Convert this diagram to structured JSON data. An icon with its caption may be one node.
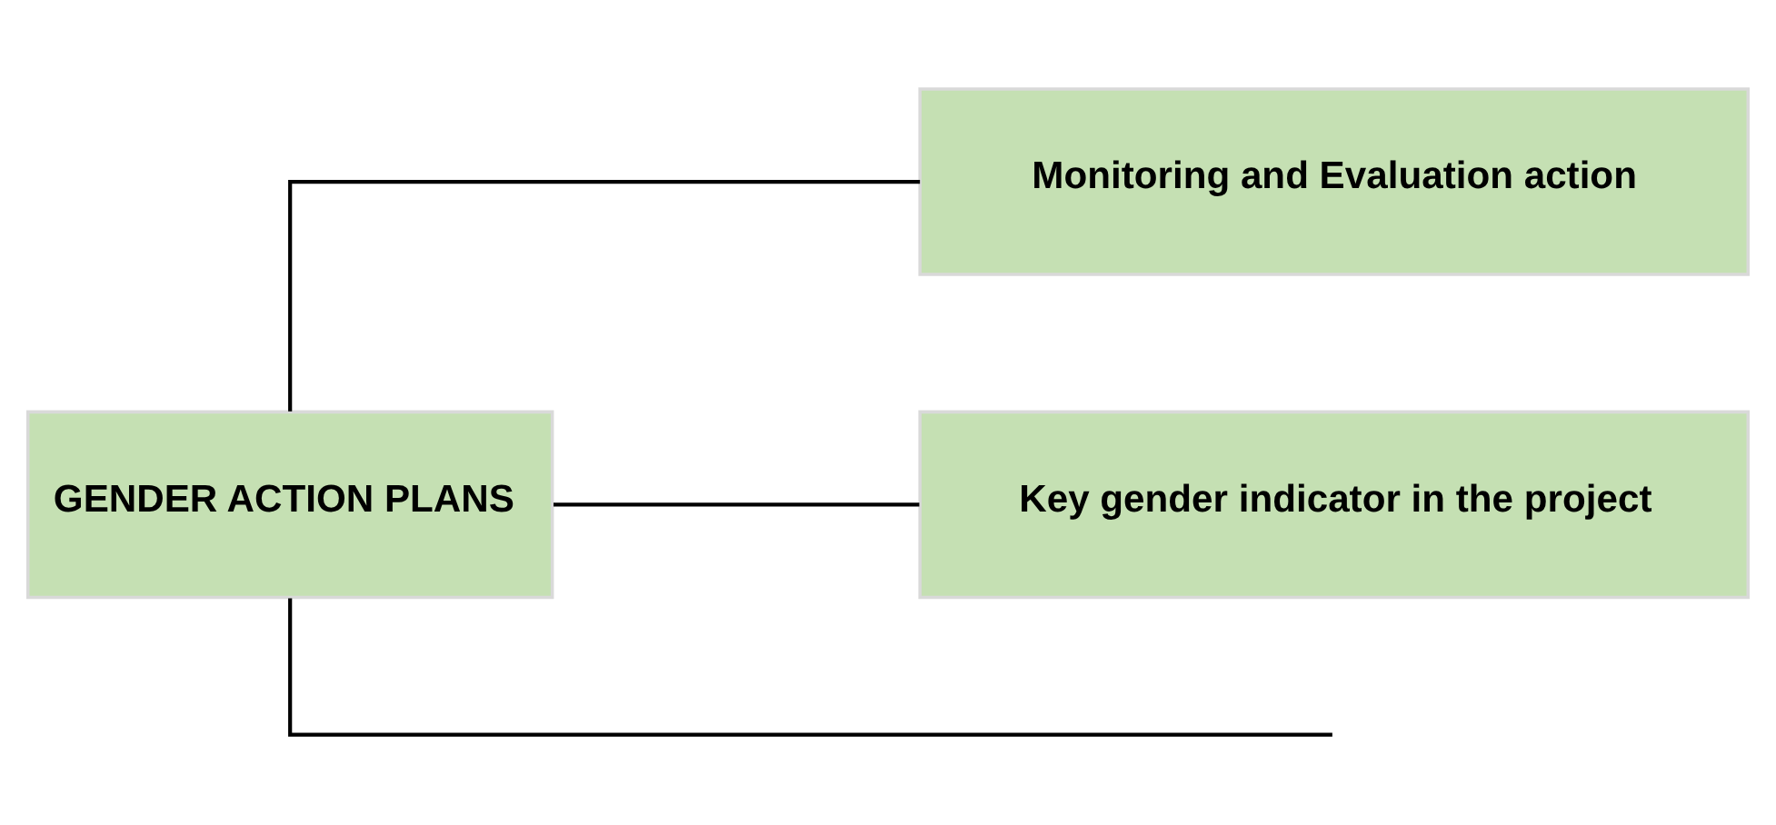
{
  "diagram": {
    "nodes": [
      {
        "text": [
          "GENDER ACTION PLANS"
        ]
      },
      {
        "text": [
          "Monitoring and Evaluation action"
        ]
      },
      {
        "text": [
          "Key gender indicator in the project"
        ]
      }
    ],
    "edges": [
      {
        "from": 0,
        "to": 1,
        "arrow": "none"
      },
      {
        "from": 0,
        "to": null,
        "arrow": "none"
      },
      {
        "from": 0,
        "to": 2,
        "arrow": "none"
      }
    ]
  }
}
